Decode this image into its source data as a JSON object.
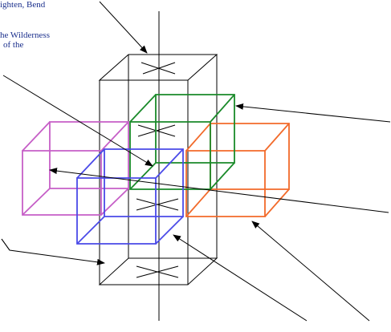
{
  "labels": {
    "line1": "ighten, Bend",
    "line2": "he Wilderness",
    "line3": "of the"
  },
  "colors": {
    "text": "#1a2f8c",
    "outline": "#000000",
    "magenta_cube": "#c65fc7",
    "blue_cube": "#4a4ae8",
    "green_cube": "#1a8a2a",
    "orange_cube": "#f26a2a"
  }
}
